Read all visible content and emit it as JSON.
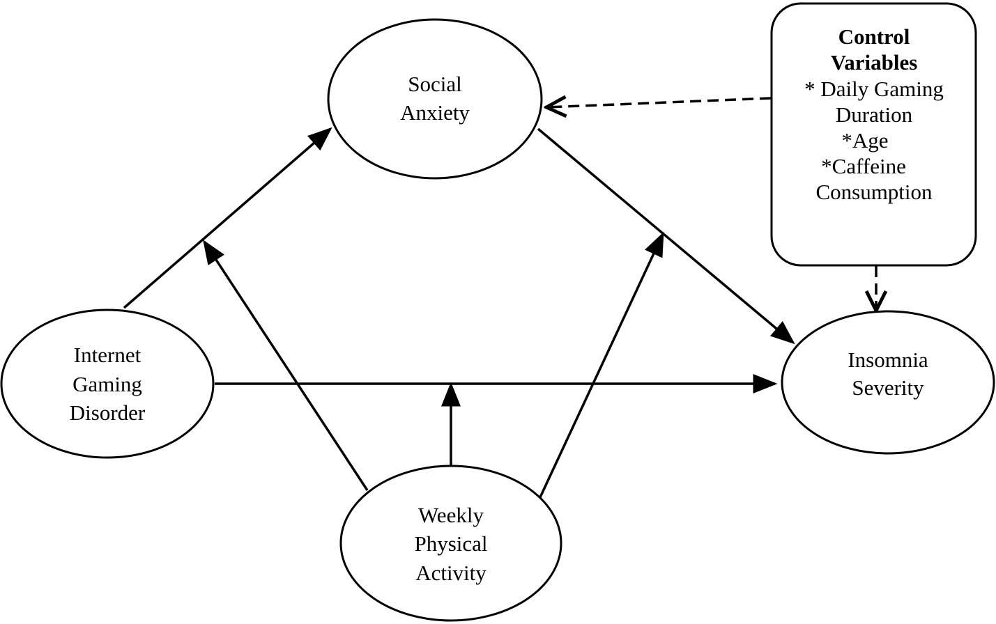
{
  "nodes": {
    "social_anxiety": {
      "lines": [
        "Social",
        "Anxiety"
      ]
    },
    "internet_gaming_disorder": {
      "lines": [
        "Internet",
        "Gaming",
        "Disorder"
      ]
    },
    "insomnia_severity": {
      "lines": [
        "Insomnia",
        "Severity"
      ]
    },
    "weekly_physical_activity": {
      "lines": [
        "Weekly",
        "Physical",
        "Activity"
      ]
    },
    "control_variables": {
      "title_lines": [
        "Control",
        "Variables"
      ],
      "lines": [
        "* Daily Gaming",
        "Duration",
        "*Age",
        "*Caffeine",
        "Consumption"
      ]
    }
  },
  "edges": [
    {
      "from": "internet_gaming_disorder",
      "to": "social_anxiety",
      "style": "solid"
    },
    {
      "from": "social_anxiety",
      "to": "insomnia_severity",
      "style": "solid"
    },
    {
      "from": "internet_gaming_disorder",
      "to": "insomnia_severity",
      "style": "solid"
    },
    {
      "from": "weekly_physical_activity",
      "to": "path_igd_sa",
      "style": "solid"
    },
    {
      "from": "weekly_physical_activity",
      "to": "path_sa_is",
      "style": "solid"
    },
    {
      "from": "weekly_physical_activity",
      "to": "path_igd_is",
      "style": "solid"
    },
    {
      "from": "control_variables",
      "to": "social_anxiety",
      "style": "dashed"
    },
    {
      "from": "control_variables",
      "to": "insomnia_severity",
      "style": "dashed"
    }
  ]
}
